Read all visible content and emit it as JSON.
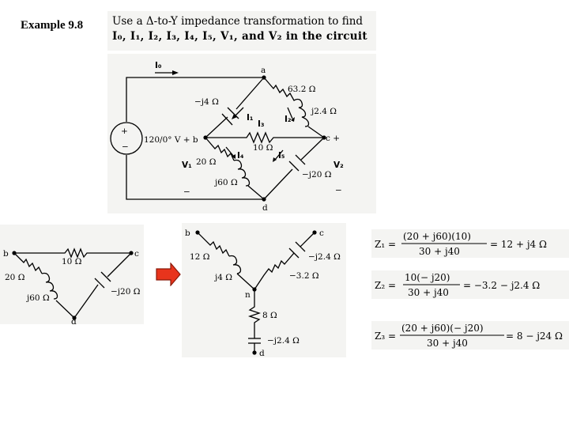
{
  "title": "Example 9.8",
  "problem": {
    "line1": "Use a Δ-to-Y impedance transformation to find",
    "line2": "I₀, I₁, I₂, I₃, I₄, I₅, V₁, and V₂ in the circuit"
  },
  "circuit": {
    "i0": "I₀",
    "node_a": "a",
    "r_63": "63.2 Ω",
    "c_j4": "−j4 Ω",
    "l_j24": "j2.4 Ω",
    "i1": "I₁",
    "i2": "I₂",
    "i3": "I₃",
    "source_v": "120/0° V + b",
    "r_10": "10 Ω",
    "node_c": "c +",
    "i4": "I₄",
    "i5": "I₅",
    "v1": "V₁",
    "r_20": "20 Ω",
    "c_j20": "−j20 Ω",
    "v2": "V₂",
    "l_j60": "j60 Ω",
    "node_d": "d",
    "plus": "+",
    "minus": "−",
    "src_plus": "+",
    "src_minus": "−"
  },
  "delta": {
    "node_b": "b",
    "node_c": "c",
    "r_10": "10 Ω",
    "r_20": "20 Ω",
    "l_j60": "j60 Ω",
    "c_j20": "−j20 Ω",
    "node_d": "d"
  },
  "wye": {
    "node_b": "b",
    "node_c": "c",
    "r_12": "12 Ω",
    "c_j24": "−j2.4 Ω",
    "l_j4": "j4 Ω",
    "r_m32": "−3.2 Ω",
    "node_n": "n",
    "r_8": "8 Ω",
    "c_j24b": "−j2.4 Ω",
    "node_d": "d"
  },
  "equations": {
    "z1": {
      "lhs": "Z₁ =",
      "num": "(20 + j60)(10)",
      "den": "30 + j40",
      "rhs": "= 12 + j4 Ω"
    },
    "z2": {
      "lhs": "Z₂ =",
      "num": "10(− j20)",
      "den": "30 + j40",
      "rhs": "= −3.2 − j2.4 Ω"
    },
    "z3": {
      "lhs": "Z₃ =",
      "num": "(20 + j60)(− j20)",
      "den": "30 + j40",
      "rhs": "= 8 − j24 Ω"
    }
  },
  "colors": {
    "arrow_fill": "#e8341c",
    "arrow_stroke": "#8a1a0a",
    "scan_bg": "#f4f4f2"
  }
}
